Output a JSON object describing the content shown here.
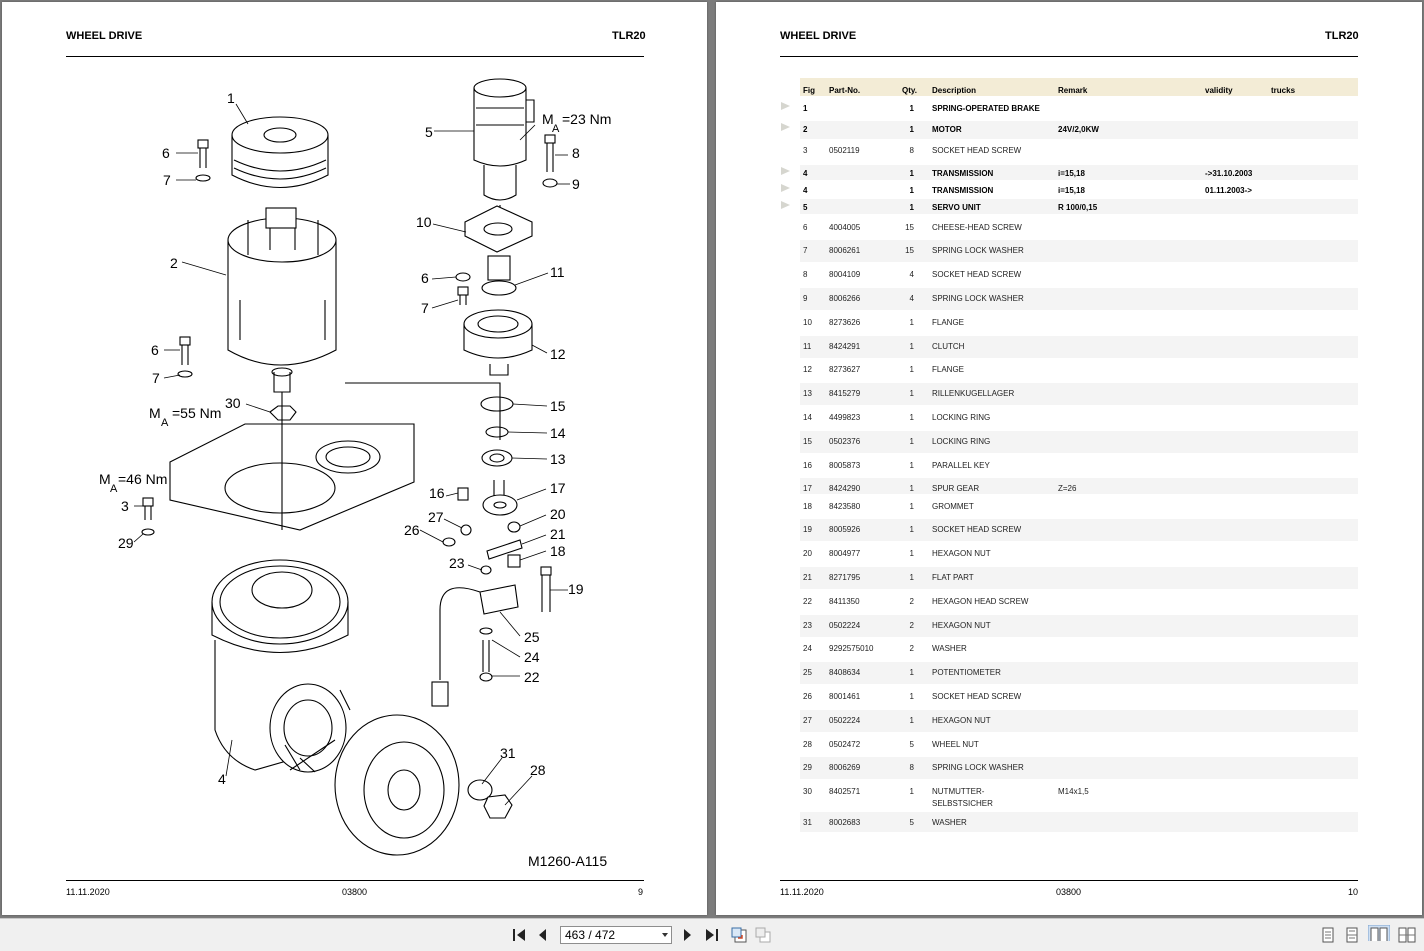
{
  "left_page": {
    "title": "WHEEL DRIVE",
    "model": "TLR20",
    "footer": {
      "date": "11.11.2020",
      "code": "03800",
      "page": "9"
    },
    "drawing_id": "M1260-A115",
    "torques": {
      "ma23": "=23 Nm",
      "ma55": "=55 Nm",
      "ma46": "=46 Nm",
      "m": "M",
      "a": "A"
    },
    "callouts": [
      "1",
      "2",
      "3",
      "4",
      "5",
      "6",
      "7",
      "8",
      "9",
      "10",
      "11",
      "12",
      "13",
      "14",
      "15",
      "16",
      "17",
      "18",
      "19",
      "20",
      "21",
      "22",
      "23",
      "24",
      "25",
      "26",
      "27",
      "28",
      "29",
      "30",
      "31",
      "6",
      "7",
      "6",
      "7"
    ]
  },
  "right_page": {
    "title": "WHEEL DRIVE",
    "model": "TLR20",
    "footer": {
      "date": "11.11.2020",
      "code": "03800",
      "page": "10"
    },
    "table": {
      "headers": {
        "fig": "Fig",
        "part": "Part-No.",
        "qty": "Qty.",
        "desc": "Description",
        "remark": "Remark",
        "validity": "validity",
        "trucks": "trucks"
      },
      "rows": [
        {
          "fig": "1",
          "part": "",
          "qty": "1",
          "desc": "SPRING-OPERATED BRAKE",
          "remark": "",
          "validity": ""
        },
        {
          "fig": "2",
          "part": "",
          "qty": "1",
          "desc": "MOTOR",
          "remark": "24V/2,0KW",
          "validity": ""
        },
        {
          "fig": "3",
          "part": "0502119",
          "qty": "8",
          "desc": "SOCKET HEAD SCREW",
          "remark": "",
          "validity": ""
        },
        {
          "fig": "4",
          "part": "",
          "qty": "1",
          "desc": "TRANSMISSION",
          "remark": "i=15,18",
          "validity": "->31.10.2003"
        },
        {
          "fig": "4",
          "part": "",
          "qty": "1",
          "desc": "TRANSMISSION",
          "remark": "i=15,18",
          "validity": "01.11.2003->"
        },
        {
          "fig": "5",
          "part": "",
          "qty": "1",
          "desc": "SERVO UNIT",
          "remark": "R 100/0,15",
          "validity": ""
        },
        {
          "fig": "6",
          "part": "4004005",
          "qty": "15",
          "desc": "CHEESE-HEAD SCREW",
          "remark": "",
          "validity": ""
        },
        {
          "fig": "7",
          "part": "8006261",
          "qty": "15",
          "desc": "SPRING LOCK WASHER",
          "remark": "",
          "validity": ""
        },
        {
          "fig": "8",
          "part": "8004109",
          "qty": "4",
          "desc": "SOCKET HEAD SCREW",
          "remark": "",
          "validity": ""
        },
        {
          "fig": "9",
          "part": "8006266",
          "qty": "4",
          "desc": "SPRING LOCK WASHER",
          "remark": "",
          "validity": ""
        },
        {
          "fig": "10",
          "part": "8273626",
          "qty": "1",
          "desc": "FLANGE",
          "remark": "",
          "validity": ""
        },
        {
          "fig": "11",
          "part": "8424291",
          "qty": "1",
          "desc": "CLUTCH",
          "remark": "",
          "validity": ""
        },
        {
          "fig": "12",
          "part": "8273627",
          "qty": "1",
          "desc": "FLANGE",
          "remark": "",
          "validity": ""
        },
        {
          "fig": "13",
          "part": "8415279",
          "qty": "1",
          "desc": "RILLENKUGELLAGER",
          "remark": "",
          "validity": ""
        },
        {
          "fig": "14",
          "part": "4499823",
          "qty": "1",
          "desc": "LOCKING RING",
          "remark": "",
          "validity": ""
        },
        {
          "fig": "15",
          "part": "0502376",
          "qty": "1",
          "desc": "LOCKING RING",
          "remark": "",
          "validity": ""
        },
        {
          "fig": "16",
          "part": "8005873",
          "qty": "1",
          "desc": "PARALLEL KEY",
          "remark": "",
          "validity": ""
        },
        {
          "fig": "17",
          "part": "8424290",
          "qty": "1",
          "desc": "SPUR GEAR",
          "remark": "Z=26",
          "validity": ""
        },
        {
          "fig": "18",
          "part": "8423580",
          "qty": "1",
          "desc": "GROMMET",
          "remark": "",
          "validity": ""
        },
        {
          "fig": "19",
          "part": "8005926",
          "qty": "1",
          "desc": "SOCKET HEAD SCREW",
          "remark": "",
          "validity": ""
        },
        {
          "fig": "20",
          "part": "8004977",
          "qty": "1",
          "desc": "HEXAGON NUT",
          "remark": "",
          "validity": ""
        },
        {
          "fig": "21",
          "part": "8271795",
          "qty": "1",
          "desc": "FLAT PART",
          "remark": "",
          "validity": ""
        },
        {
          "fig": "22",
          "part": "8411350",
          "qty": "2",
          "desc": "HEXAGON HEAD SCREW",
          "remark": "",
          "validity": ""
        },
        {
          "fig": "23",
          "part": "0502224",
          "qty": "2",
          "desc": "HEXAGON NUT",
          "remark": "",
          "validity": ""
        },
        {
          "fig": "24",
          "part": "9292575010",
          "qty": "2",
          "desc": "WASHER",
          "remark": "",
          "validity": ""
        },
        {
          "fig": "25",
          "part": "8408634",
          "qty": "1",
          "desc": "POTENTIOMETER",
          "remark": "",
          "validity": ""
        },
        {
          "fig": "26",
          "part": "8001461",
          "qty": "1",
          "desc": "SOCKET HEAD SCREW",
          "remark": "",
          "validity": ""
        },
        {
          "fig": "27",
          "part": "0502224",
          "qty": "1",
          "desc": "HEXAGON NUT",
          "remark": "",
          "validity": ""
        },
        {
          "fig": "28",
          "part": "0502472",
          "qty": "5",
          "desc": "WHEEL NUT",
          "remark": "",
          "validity": ""
        },
        {
          "fig": "29",
          "part": "8006269",
          "qty": "8",
          "desc": "SPRING LOCK WASHER",
          "remark": "",
          "validity": ""
        },
        {
          "fig": "30",
          "part": "8402571",
          "qty": "1",
          "desc": "NUTMUTTER-",
          "desc2": "SELBSTSICHER",
          "remark": "M14x1,5",
          "validity": ""
        },
        {
          "fig": "31",
          "part": "8002683",
          "qty": "5",
          "desc": "WASHER",
          "remark": "",
          "validity": ""
        }
      ]
    }
  },
  "toolbar": {
    "page_indicator": "463 / 472",
    "icons": [
      "first-page-icon",
      "prev-page-icon",
      "next-page-icon",
      "last-page-icon",
      "back-view-icon",
      "forward-view-icon",
      "single-page-icon",
      "continuous-icon",
      "two-page-icon",
      "two-page-continuous-icon"
    ]
  },
  "colors": {
    "header_bg": "#f3ecd6",
    "row_shade": "#f4f4f4",
    "viewer_bg": "#7c7c7c",
    "toolbar_bg": "#f0f0f0"
  }
}
